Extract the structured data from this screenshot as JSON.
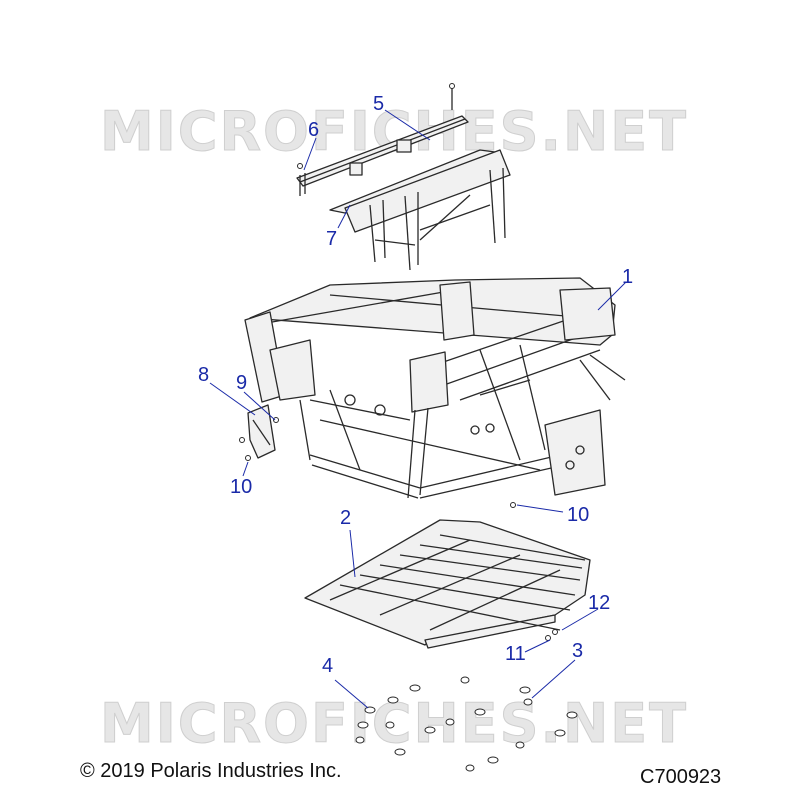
{
  "watermark": "MICROFICHES.NET",
  "callouts": [
    "1",
    "2",
    "3",
    "4",
    "5",
    "6",
    "7",
    "8",
    "9",
    "10",
    "10",
    "11",
    "12"
  ],
  "copyright": "© 2019 Polaris Industries Inc.",
  "figure_code": "C700923",
  "colors": {
    "callout": "#1a2aa8",
    "line": "#2a2a2a",
    "watermark": "#e6e6e6"
  }
}
